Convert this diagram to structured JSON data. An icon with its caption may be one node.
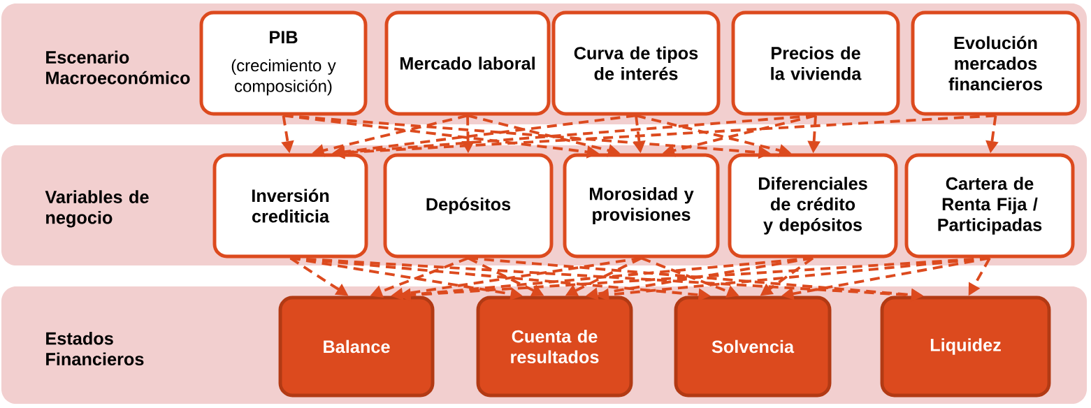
{
  "diagram": {
    "nodes": [
      {
        "text": [
          "Escenario Macroeconómico"
        ]
      },
      {
        "text": [
          "PIB",
          "(crecimiento y composición)"
        ],
        "in": 0
      },
      {
        "text": [
          "Mercado laboral"
        ],
        "in": 0
      },
      {
        "text": [
          "Curva de tipos de interés"
        ],
        "in": 0
      },
      {
        "text": [
          "Precios de la vivienda"
        ],
        "in": 0
      },
      {
        "text": [
          "Evolución mercados financieros"
        ],
        "in": 0
      },
      {
        "text": [
          "Variables de negocio"
        ]
      },
      {
        "text": [
          "Inversión crediticia"
        ],
        "in": 6
      },
      {
        "text": [
          "Depósitos"
        ],
        "in": 6
      },
      {
        "text": [
          "Morosidad y provisiones"
        ],
        "in": 6
      },
      {
        "text": [
          "Diferenciales de crédito y depósitos"
        ],
        "in": 6
      },
      {
        "text": [
          "Cartera de Renta Fija / Participadas"
        ],
        "in": 6
      },
      {
        "text": [
          "Estados Financieros"
        ]
      },
      {
        "text": [
          "Balance"
        ],
        "in": 12
      },
      {
        "text": [
          "Cuenta de resultados"
        ],
        "in": 12
      },
      {
        "text": [
          "Solvencia"
        ],
        "in": 12
      },
      {
        "text": [
          "Liquidez"
        ],
        "in": 12
      }
    ],
    "edges": [
      {
        "from": 1,
        "to": 7,
        "arrow": "to",
        "style": "dashed"
      },
      {
        "from": 1,
        "to": 9,
        "arrow": "to",
        "style": "dashed"
      },
      {
        "from": 1,
        "to": 10,
        "arrow": "to",
        "style": "dashed"
      },
      {
        "from": 2,
        "to": 7,
        "arrow": "to",
        "style": "dashed"
      },
      {
        "from": 2,
        "to": 8,
        "arrow": "to",
        "style": "dashed"
      },
      {
        "from": 2,
        "to": 9,
        "arrow": "to",
        "style": "dashed"
      },
      {
        "from": 3,
        "to": 7,
        "arrow": "to",
        "style": "dashed"
      },
      {
        "from": 3,
        "to": 9,
        "arrow": "to",
        "style": "dashed"
      },
      {
        "from": 3,
        "to": 10,
        "arrow": "to",
        "style": "dashed"
      },
      {
        "from": 4,
        "to": 7,
        "arrow": "to",
        "style": "dashed"
      },
      {
        "from": 4,
        "to": 9,
        "arrow": "to",
        "style": "dashed"
      },
      {
        "from": 4,
        "to": 10,
        "arrow": "to",
        "style": "dashed"
      },
      {
        "from": 5,
        "to": 7,
        "arrow": "to",
        "style": "dashed"
      },
      {
        "from": 5,
        "to": 11,
        "arrow": "to",
        "style": "dashed"
      },
      {
        "from": 7,
        "to": 13,
        "arrow": "to",
        "style": "dashed"
      },
      {
        "from": 7,
        "to": 14,
        "arrow": "to",
        "style": "dashed"
      },
      {
        "from": 7,
        "to": 15,
        "arrow": "to",
        "style": "dashed"
      },
      {
        "from": 7,
        "to": 16,
        "arrow": "to",
        "style": "dashed"
      },
      {
        "from": 8,
        "to": 13,
        "arrow": "to",
        "style": "dashed"
      },
      {
        "from": 8,
        "to": 14,
        "arrow": "to",
        "style": "dashed"
      },
      {
        "from": 8,
        "to": 16,
        "arrow": "to",
        "style": "dashed"
      },
      {
        "from": 9,
        "to": 13,
        "arrow": "to",
        "style": "dashed"
      },
      {
        "from": 9,
        "to": 14,
        "arrow": "to",
        "style": "dashed"
      },
      {
        "from": 9,
        "to": 15,
        "arrow": "to",
        "style": "dashed"
      },
      {
        "from": 10,
        "to": 13,
        "arrow": "to",
        "style": "dashed"
      },
      {
        "from": 10,
        "to": 14,
        "arrow": "to",
        "style": "dashed"
      },
      {
        "from": 10,
        "to": 15,
        "arrow": "to",
        "style": "dashed"
      },
      {
        "from": 11,
        "to": 13,
        "arrow": "to",
        "style": "dashed"
      },
      {
        "from": 11,
        "to": 14,
        "arrow": "to",
        "style": "dashed"
      },
      {
        "from": 11,
        "to": 15,
        "arrow": "to",
        "style": "dashed"
      },
      {
        "from": 11,
        "to": 16,
        "arrow": "to",
        "style": "dashed"
      }
    ]
  }
}
